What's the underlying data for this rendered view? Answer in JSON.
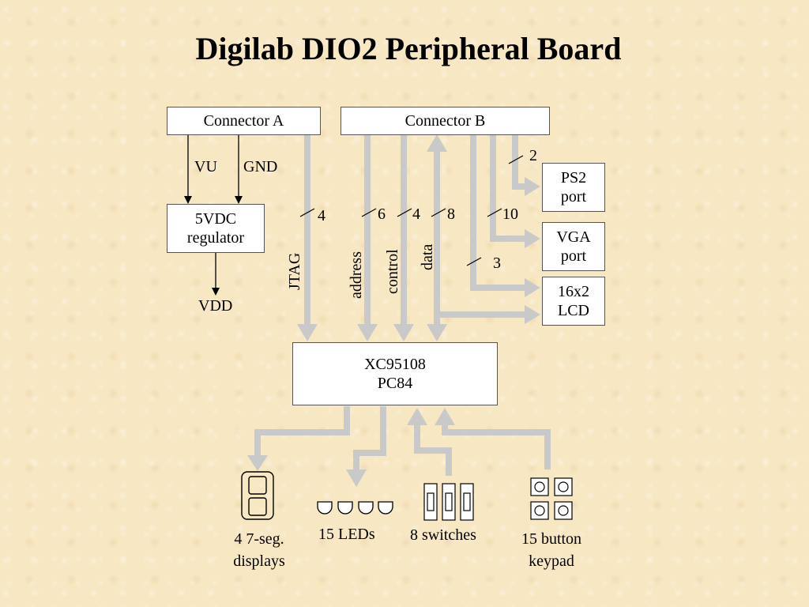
{
  "title": "Digilab DIO2 Peripheral Board",
  "blocks": {
    "connector_a": "Connector A",
    "connector_b": "Connector B",
    "regulator": [
      "5VDC",
      "regulator"
    ],
    "cpld": [
      "XC95108",
      "PC84"
    ],
    "ps2": [
      "PS2",
      "port"
    ],
    "vga": [
      "VGA",
      "port"
    ],
    "lcd": [
      "16x2",
      "LCD"
    ]
  },
  "signals": {
    "vu": "VU",
    "gnd": "GND",
    "vdd": "VDD",
    "jtag": "JTAG",
    "address": "address",
    "control": "control",
    "data": "data"
  },
  "bus_widths": {
    "jtag": "4",
    "address": "6",
    "control": "4",
    "data": "8",
    "ps2": "2",
    "vga": "10",
    "lcd": "3"
  },
  "peripherals": {
    "seg7": [
      "4 7-seg.",
      "displays"
    ],
    "leds": "15 LEDs",
    "switches": "8 switches",
    "keypad": [
      "15 button",
      "keypad"
    ]
  },
  "colors": {
    "bus": "#c9c9c9",
    "line": "#000000",
    "box_border": "#555555",
    "background": "#f7e7c2"
  }
}
